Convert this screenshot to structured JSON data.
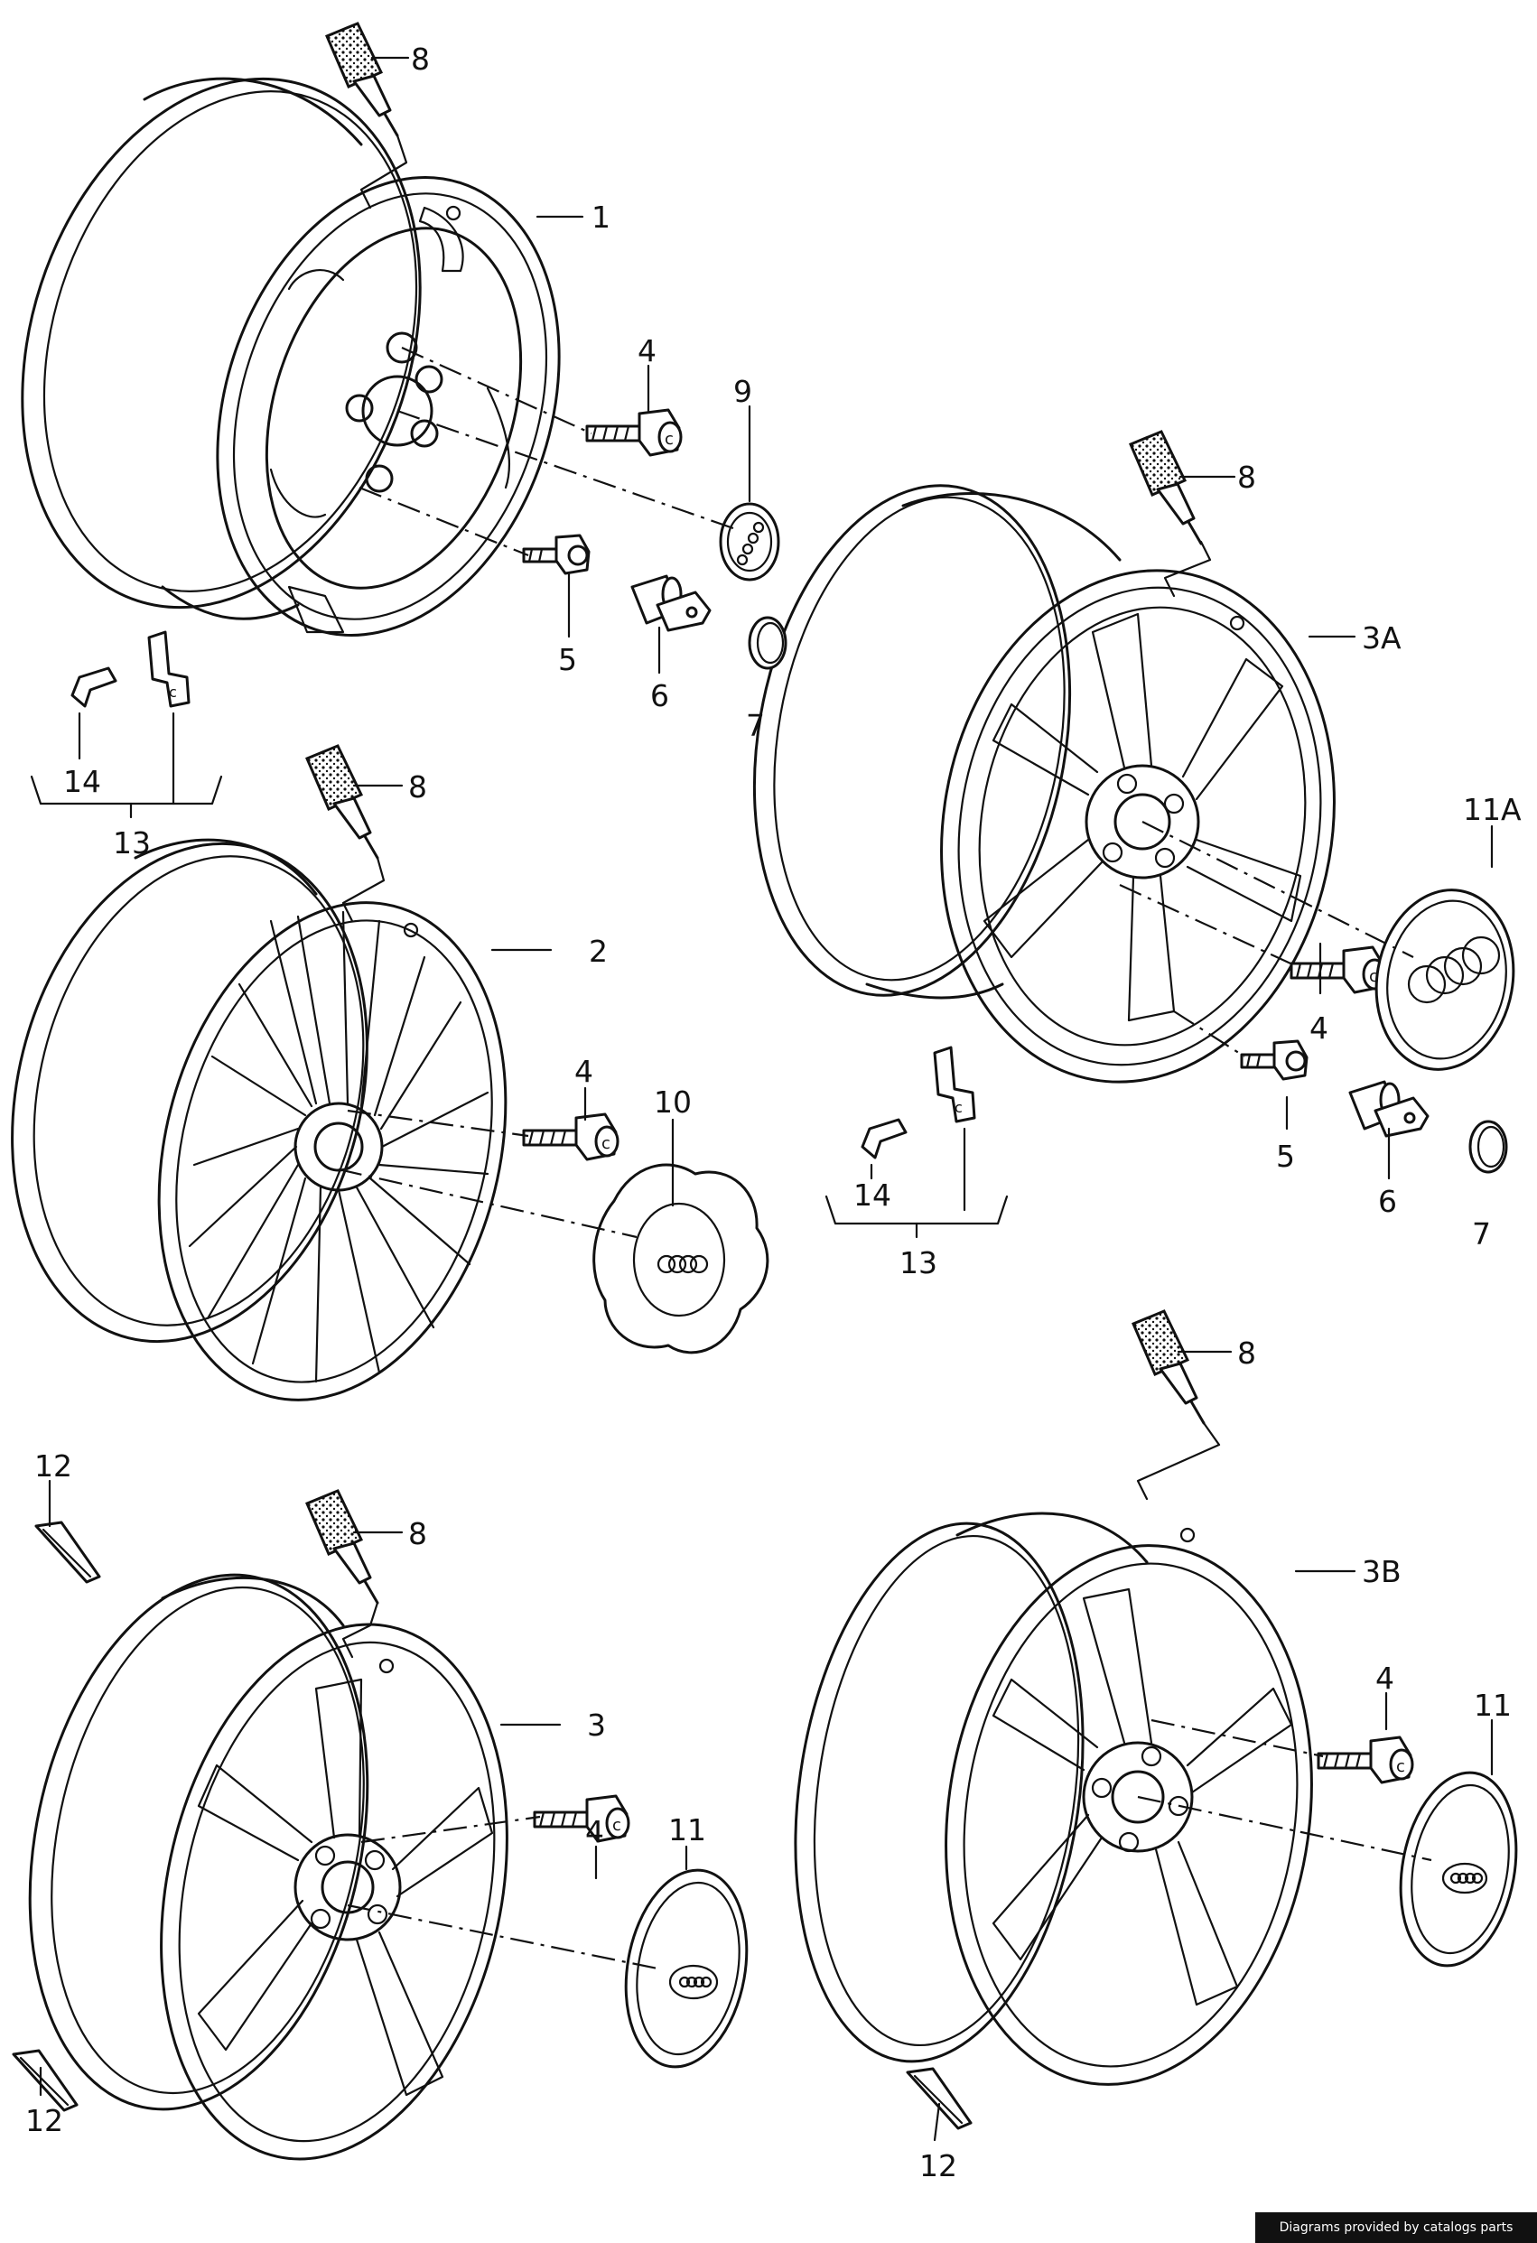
{
  "callouts": {
    "c1": "1",
    "c2": "2",
    "c3": "3",
    "c3A": "3A",
    "c3B": "3B",
    "c4_a": "4",
    "c4_b": "4",
    "c4_c": "4",
    "c4_d": "4",
    "c4_e": "4",
    "c5_a": "5",
    "c5_b": "5",
    "c6_a": "6",
    "c6_b": "6",
    "c7_a": "7",
    "c7_b": "7",
    "c8_a": "8",
    "c8_b": "8",
    "c8_c": "8",
    "c8_d": "8",
    "c8_e": "8",
    "c9": "9",
    "c10": "10",
    "c11_a": "11",
    "c11_b": "11",
    "c11A": "11A",
    "c12_a": "12",
    "c12_b": "12",
    "c12_c": "12",
    "c13_a": "13",
    "c13_b": "13",
    "c14_a": "14",
    "c14_b": "14"
  },
  "footer": {
    "credit": "Diagrams provided by catalogs parts"
  }
}
